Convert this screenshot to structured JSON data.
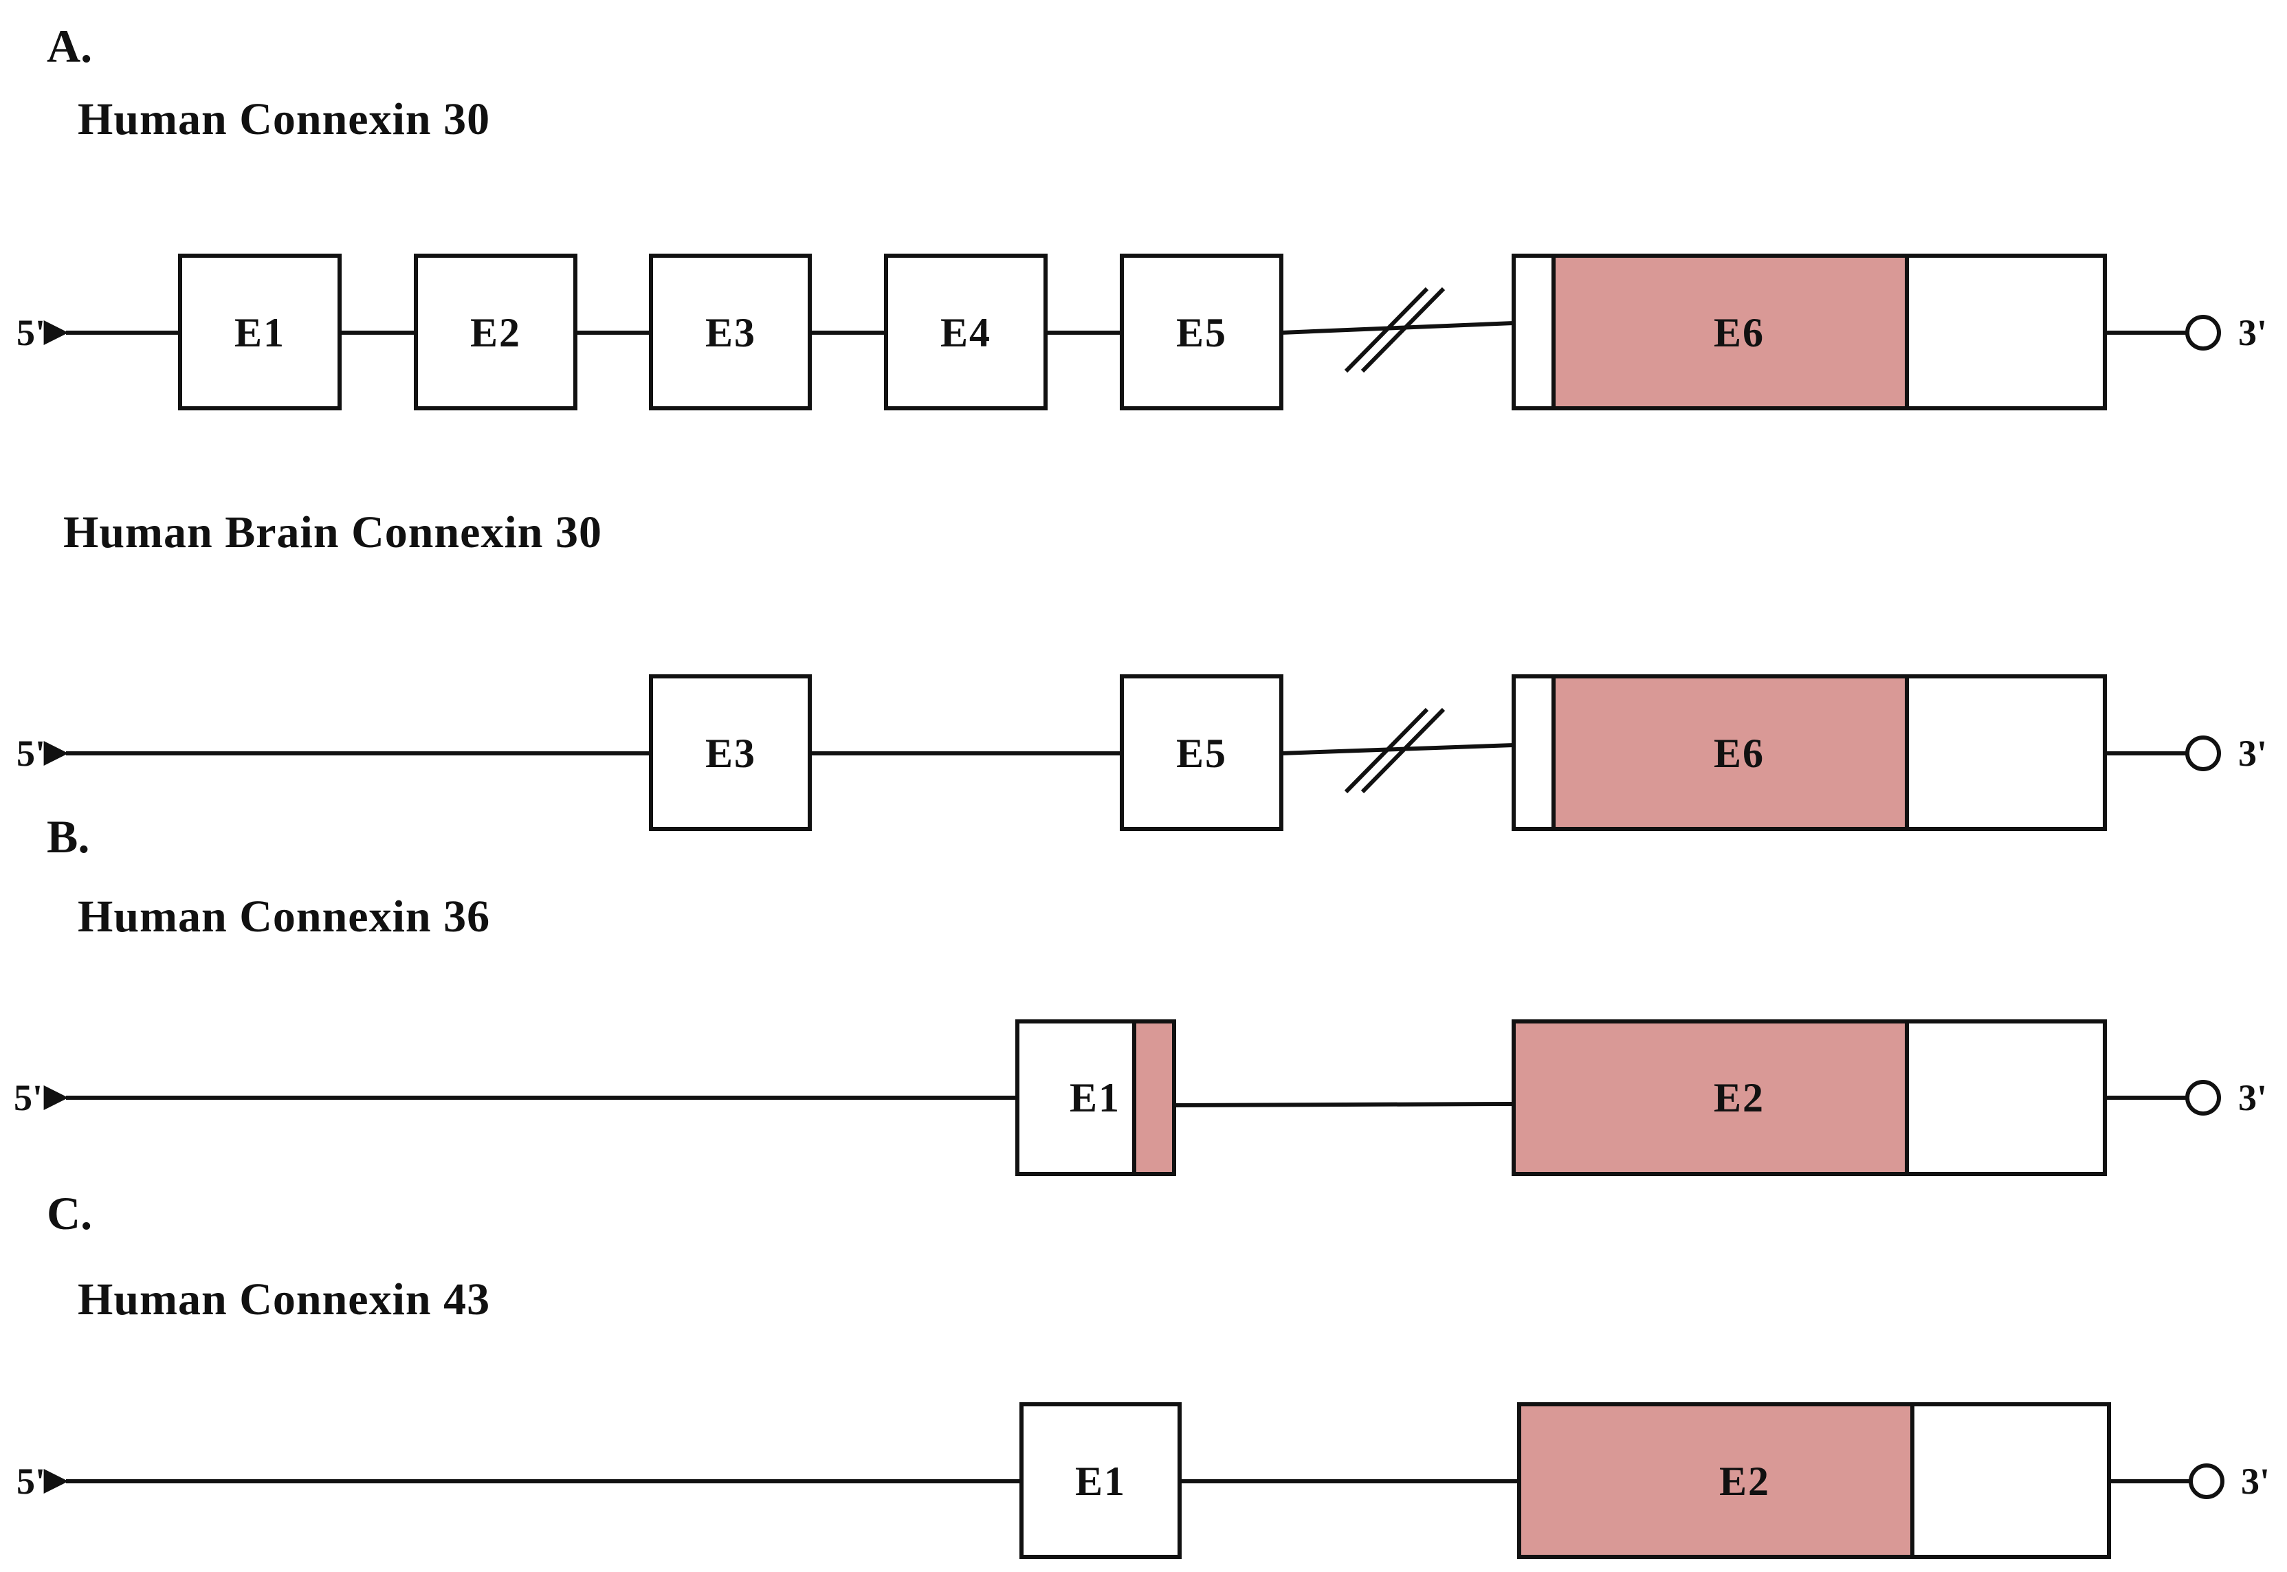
{
  "colors": {
    "coding_region": "#d99996",
    "line": "#111111",
    "exon_fill": "#ffffff"
  },
  "panels": {
    "A": "A.",
    "B": "B.",
    "C": "C."
  },
  "end_labels": {
    "five_prime": "5'",
    "three_prime": "3'"
  },
  "genes": [
    {
      "title": "Human Connexin 30",
      "exons": [
        "E1",
        "E2",
        "E3",
        "E4",
        "E5",
        "E6"
      ],
      "coding_exon": "E6",
      "has_break": true
    },
    {
      "title": "Human Brain Connexin 30",
      "exons": [
        "E3",
        "E5",
        "E6"
      ],
      "coding_exon": "E6",
      "has_break": true
    },
    {
      "title": "Human Connexin 36",
      "exons": [
        "E1",
        "E2"
      ],
      "coding_exon": "E2",
      "has_break": false
    },
    {
      "title": "Human Connexin 43",
      "exons": [
        "E1",
        "E2"
      ],
      "coding_exon": "E2",
      "has_break": false
    }
  ]
}
